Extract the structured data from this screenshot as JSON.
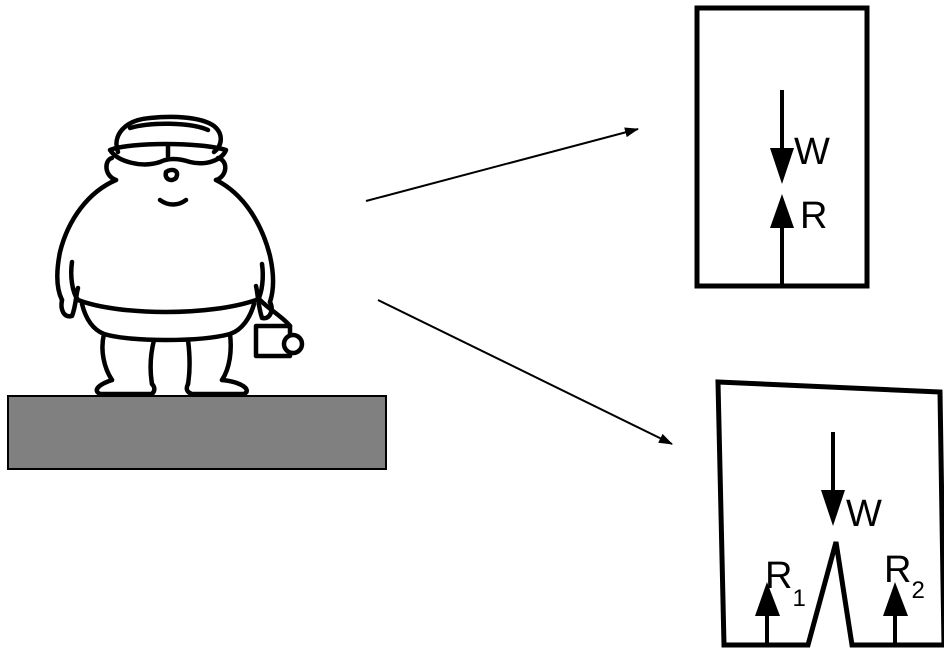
{
  "colors": {
    "ink": "#000000",
    "platform_fill": "#808080",
    "background": "#ffffff"
  },
  "figure": {
    "icon": "person-standing-on-platform",
    "platform_icon": "platform-block"
  },
  "panel_single": {
    "weight_label": "W",
    "reaction_label": "R"
  },
  "panel_split": {
    "weight_label": "W",
    "reaction_left_base": "R",
    "reaction_left_sub": "1",
    "reaction_right_base": "R",
    "reaction_right_sub": "2"
  }
}
